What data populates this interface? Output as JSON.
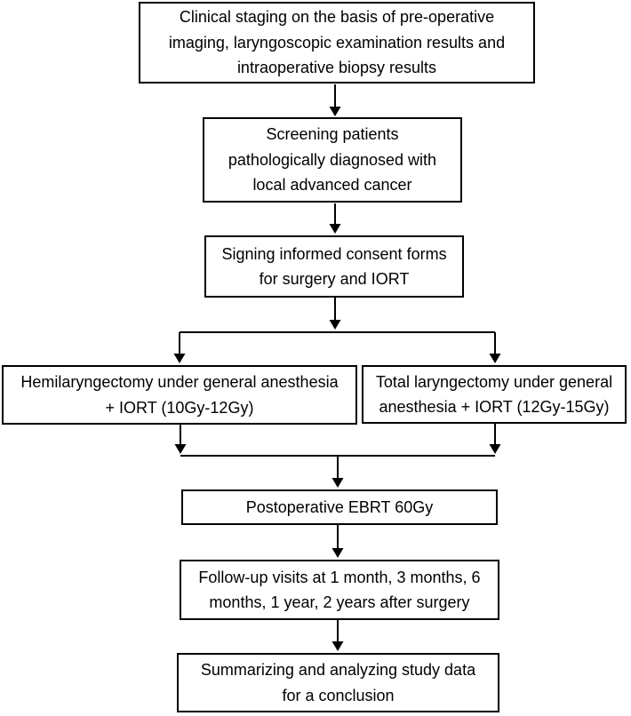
{
  "diagram": {
    "type": "flowchart",
    "colors": {
      "background": "#ffffff",
      "box_border": "#000000",
      "box_fill": "#ffffff",
      "text": "#000000",
      "arrow": "#000000"
    },
    "boxes": [
      {
        "id": "clinical-staging",
        "text": "Clinical staging on the basis of pre-operative imaging, laryngoscopic examination results and intraoperative biopsy results",
        "lines": [
          "Clinical staging on the basis of pre-operative",
          "imaging, laryngoscopic examination results and",
          "intraoperative biopsy results"
        ]
      },
      {
        "id": "screening",
        "text": "Screening patients pathologically diagnosed with local advanced cancer",
        "lines": [
          "Screening patients",
          "pathologically diagnosed with",
          "local advanced cancer"
        ]
      },
      {
        "id": "consent",
        "text": "Signing informed consent forms for surgery and IORT",
        "lines": [
          "Signing informed consent forms",
          "for surgery and IORT"
        ]
      },
      {
        "id": "hemilaryngectomy",
        "text": "Hemilaryngectomy under general anesthesia + IORT (10Gy-12Gy)",
        "lines": [
          "Hemilaryngectomy under general anesthesia",
          "+ IORT (10Gy-12Gy)"
        ]
      },
      {
        "id": "total-laryngectomy",
        "text": "Total laryngectomy under general anesthesia + IORT (12Gy-15Gy)",
        "lines": [
          "Total laryngectomy under general",
          "anesthesia + IORT (12Gy-15Gy)"
        ]
      },
      {
        "id": "ebrt",
        "text": "Postoperative EBRT 60Gy",
        "lines": [
          "Postoperative EBRT 60Gy"
        ]
      },
      {
        "id": "followup",
        "text": "Follow-up visits at 1 month, 3 months, 6 months, 1 year, 2 years after surgery",
        "lines": [
          "Follow-up visits at 1 month, 3 months, 6",
          "months, 1 year, 2 years after surgery"
        ]
      },
      {
        "id": "summary",
        "text": "Summarizing and analyzing study data for a conclusion",
        "lines": [
          "Summarizing and analyzing study data",
          "for a conclusion"
        ]
      }
    ],
    "edges": [
      {
        "from": "clinical-staging",
        "to": "screening"
      },
      {
        "from": "screening",
        "to": "consent"
      },
      {
        "from": "consent",
        "to": "hemilaryngectomy"
      },
      {
        "from": "consent",
        "to": "total-laryngectomy"
      },
      {
        "from": "hemilaryngectomy",
        "to": "ebrt"
      },
      {
        "from": "total-laryngectomy",
        "to": "ebrt"
      },
      {
        "from": "ebrt",
        "to": "followup"
      },
      {
        "from": "followup",
        "to": "summary"
      }
    ]
  }
}
